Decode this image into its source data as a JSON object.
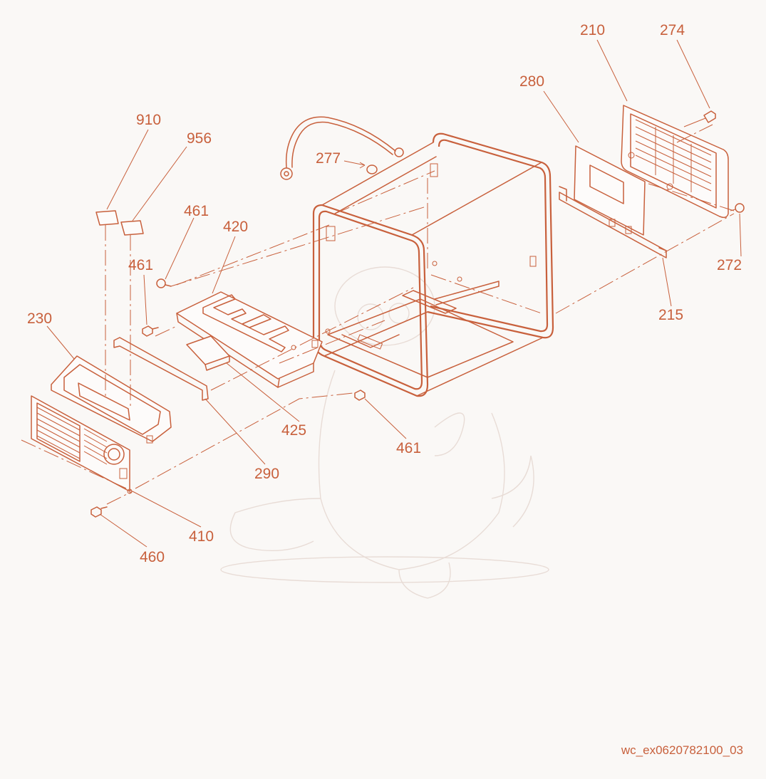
{
  "labels": [
    {
      "key": "210",
      "text": "210"
    },
    {
      "key": "274",
      "text": "274"
    },
    {
      "key": "280",
      "text": "280"
    },
    {
      "key": "910",
      "text": "910"
    },
    {
      "key": "956",
      "text": "956"
    },
    {
      "key": "277",
      "text": "277"
    },
    {
      "key": "461a",
      "text": "461"
    },
    {
      "key": "420",
      "text": "420"
    },
    {
      "key": "461b",
      "text": "461"
    },
    {
      "key": "272",
      "text": "272"
    },
    {
      "key": "230",
      "text": "230"
    },
    {
      "key": "215",
      "text": "215"
    },
    {
      "key": "425",
      "text": "425"
    },
    {
      "key": "461c",
      "text": "461"
    },
    {
      "key": "290",
      "text": "290"
    },
    {
      "key": "410",
      "text": "410"
    },
    {
      "key": "460",
      "text": "460"
    }
  ],
  "reference_code": "wc_ex0620782100_03",
  "colors": {
    "line": "#c8603c",
    "background": "#faf8f6",
    "watermark": "#e8dcd6"
  }
}
